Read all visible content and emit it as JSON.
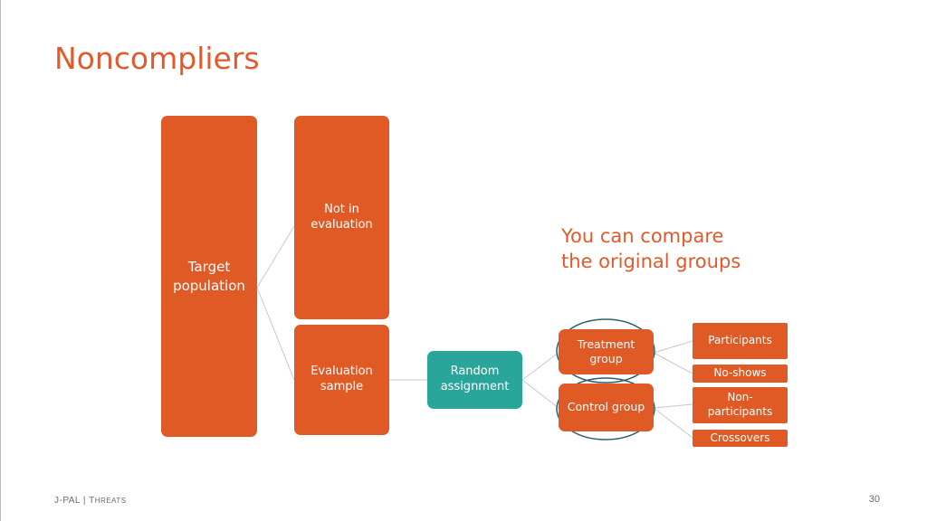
{
  "slide": {
    "title": "Noncompliers",
    "footer_org": "J-PAL",
    "footer_sep": "|",
    "footer_section_initial": "T",
    "footer_section_rest": "HREATS",
    "page_number": "30"
  },
  "diagram": {
    "target_population": "Target population",
    "not_in_evaluation": "Not in evaluation",
    "evaluation_sample": "Evaluation sample",
    "random_assignment": "Random assignment",
    "treatment_group": "Treatment group",
    "control_group": "Control group",
    "participants": "Participants",
    "no_shows": "No-shows",
    "non_participants": "Non-participants",
    "crossovers": "Crossovers"
  },
  "annotation": {
    "text": "You can compare\nthe original groups"
  },
  "colors": {
    "box_orange": "#E05A26",
    "box_teal": "#2AA59A",
    "title_orange": "#E05A2B",
    "ellipse_outline": "#2E5E6E"
  }
}
